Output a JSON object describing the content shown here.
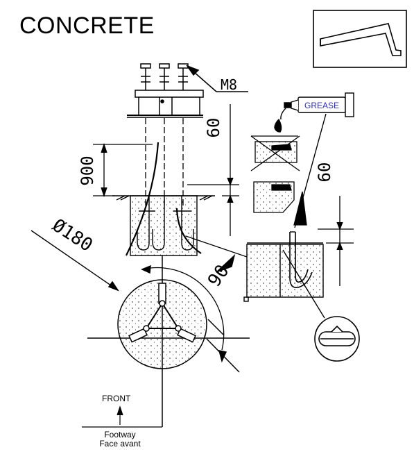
{
  "title": "CONCRETE",
  "labels": {
    "bolt": "M8",
    "grease": "GREASE",
    "depth_900": "900",
    "dim_60_top": "60",
    "dim_60_right": "60",
    "diameter": "Ø180",
    "angle_90": "90",
    "front": "FRONT",
    "footway": "Footway",
    "face_avant": "Face avant"
  },
  "icons": [
    "allen-key-icon",
    "grease-tube-icon",
    "level-icon"
  ],
  "colors": {
    "line": "#000000",
    "grease_text": "#2b2bd6",
    "background": "#ffffff"
  }
}
